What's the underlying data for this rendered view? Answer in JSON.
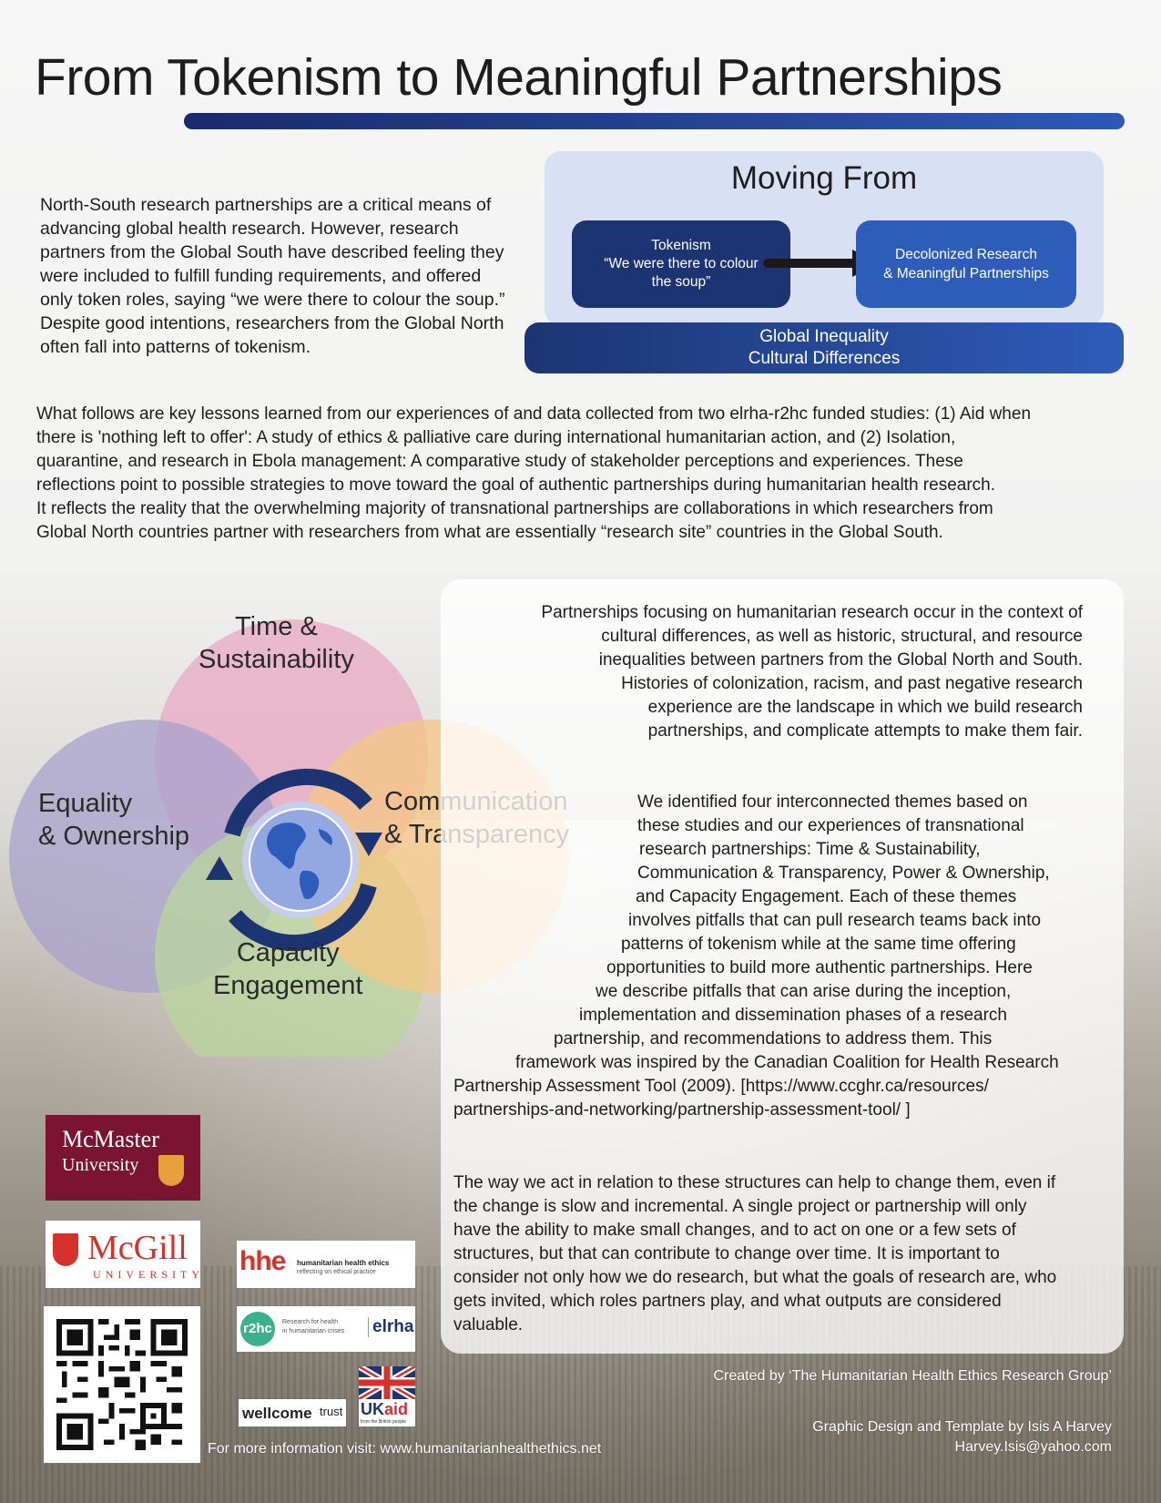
{
  "title": "From Tokenism to Meaningful Partnerships",
  "intro": "North-South research partnerships are a critical means of advancing global health research. However, research partners from the Global South have described feeling they were included to fulfill funding requirements, and offered only token roles, saying “we were there to colour the soup.” Despite good intentions, researchers from the Global North often fall into patterns of tokenism.",
  "moving": {
    "heading": "Moving From",
    "from_title": "Tokenism",
    "from_quote": "“We were there to colour",
    "from_quote_2": "the soup”",
    "to_line1": "Decolonized Research",
    "to_line2": "& Meaningful Partnerships",
    "base_line1": "Global Inequality",
    "base_line2": "Cultural Differences"
  },
  "lessons": [
    "What follows are key lessons learned from our experiences of and data collected from two elrha-r2hc funded studies: (1) Aid when",
    "there is 'nothing left to offer': A study of ethics & palliative care during international humanitarian action, and (2) Isolation,",
    "quarantine, and research in Ebola management: A comparative study of stakeholder perceptions and experiences. These",
    "reflections point to possible strategies to move toward the goal of authentic partnerships during humanitarian health research.",
    "It reflects the reality that the overwhelming majority of transnational partnerships are collaborations in which researchers from",
    "Global North countries partner with researchers from what are essentially “research site” countries in the Global South."
  ],
  "venn": {
    "time_1": "Time &",
    "time_2": "Sustainability",
    "equality_1": "Equality",
    "equality_2": "& Ownership",
    "comm_1": "Communication",
    "comm_2": "& Transparency",
    "capacity_1": "Capacity",
    "capacity_2": "Engagement",
    "colors": {
      "time": "#e8a8c3",
      "equality": "#a8a2cc",
      "comm": "#f5c783",
      "capacity": "#b9d69c"
    }
  },
  "panel": {
    "p1": [
      "Partnerships focusing on humanitarian research occur in the context of",
      "cultural differences, as well as historic, structural, and resource",
      "inequalities between partners from the Global North and South.",
      "Histories of colonization, racism, and past negative research",
      "experience are the landscape in which we build research",
      "partnerships, and complicate attempts to make them fair."
    ],
    "p2": [
      "We identified four interconnected themes based on",
      "these studies and our experiences of transnational",
      "research partnerships: Time & Sustainability,",
      "Communication & Transparency, Power & Ownership,",
      "and Capacity Engagement. Each of these themes",
      "involves pitfalls that can pull research teams back into",
      "patterns of tokenism while at the same time offering",
      "opportunities to build more authentic partnerships. Here",
      "we describe pitfalls that can arise during the inception,",
      "implementation and dissemination phases of a research",
      "partnership, and recommendations to address them. This",
      "framework was inspired by the Canadian Coalition for Health Research",
      "Partnership Assessment Tool (2009). [https://www.ccghr.ca/resources/",
      "partnerships-and-networking/partnership-assessment-tool/ ]"
    ],
    "p3": [
      "The way we act in relation to these structures can help to change them, even if",
      "the change is slow and incremental. A single project or partnership will only",
      "have the ability to make small changes, and to act on one or a few sets of",
      "structures, but that can contribute to change over time. It is important to",
      "consider not only how we do research, but what the goals of research are, who",
      "gets invited, which roles partners play, and what outputs are considered",
      "valuable."
    ]
  },
  "logos": {
    "mcmaster_name": "McMaster",
    "mcmaster_sub": "University",
    "mcgill_name": "McGill",
    "mcgill_sub": "UNIVERSITY",
    "hhe_mark": "hhe",
    "hhe_line1": "humanitarian health ethics",
    "hhe_line2": "reflecting on ethical practice",
    "r2hc_mark": "r2hc",
    "r2hc_line1": "Research for health",
    "r2hc_line2": "in humanitarian crises",
    "elrha": "elrha",
    "wellcome": "wellcome",
    "trust": "trust",
    "ukaid_uk": "UK",
    "ukaid_aid": "aid",
    "ukaid_sub": "from the British people"
  },
  "footer": {
    "visit": "For more information visit: www.humanitarianhealthethics.net",
    "created": "Created by ‘The Humanitarian Health Ethics Research Group’",
    "design": "Graphic Design and Template by Isis A Harvey",
    "email": "Harvey.Isis@yahoo.com"
  }
}
